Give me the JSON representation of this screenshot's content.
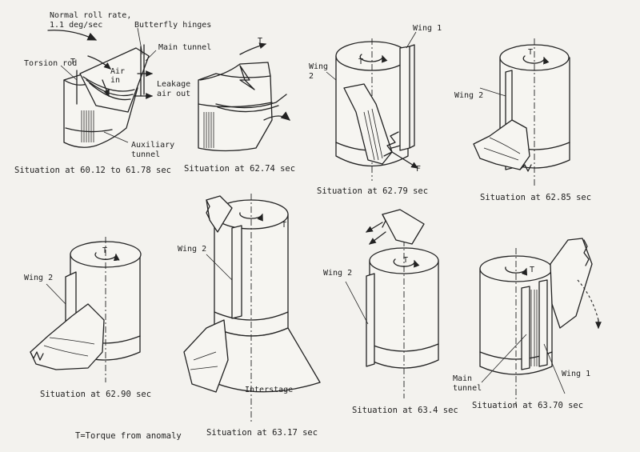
{
  "labels": {
    "roll_rate": "Normal roll rate,",
    "roll_rate_value": "1.1 deg/sec",
    "butterfly_hinges": "Butterfly hinges",
    "main_tunnel_top": "Main tunnel",
    "torsion_rod": "Torsion rod",
    "air_in_1": "Air",
    "air_in_2": "in",
    "leakage_1": "Leakage",
    "leakage_2": "air out",
    "auxiliary_1": "Auxiliary",
    "auxiliary_2": "tunnel",
    "wing1_a": "Wing 1",
    "wing2_a1": "Wing",
    "wing2_a2": "2",
    "wing2_b": "Wing 2",
    "wing2_c": "Wing 2",
    "wing2_d": "Wing 2",
    "wing2_e": "Wing 2",
    "main_tunnel_1": "Main",
    "main_tunnel_2": "tunnel",
    "wing1_b": "Wing 1",
    "interstage": "Interstage",
    "force": "F",
    "torque_t": "T",
    "legend": "T=Torque from anomaly"
  },
  "captions": {
    "c1": "Situation at 60.12 to 61.78 sec",
    "c2": "Situation at 62.74 sec",
    "c3": "Situation at 62.79 sec",
    "c4": "Situation at 62.85 sec",
    "c5": "Situation at 62.90 sec",
    "c6": "Situation at 63.17 sec",
    "c7": "Situation at 63.4 sec",
    "c8": "Situation at 63.70 sec"
  }
}
